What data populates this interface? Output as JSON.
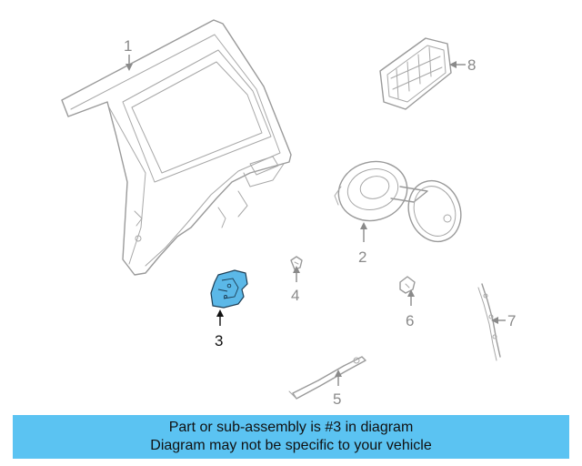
{
  "banner": {
    "line1": "Part or sub-assembly is #3 in diagram",
    "line2": "Diagram may not be specific to your vehicle"
  },
  "callouts": {
    "c1": "1",
    "c2": "2",
    "c3": "3",
    "c4": "4",
    "c5": "5",
    "c6": "6",
    "c7": "7",
    "c8": "8"
  },
  "colors": {
    "highlight": "#5bb8e8",
    "banner": "#5bc3f2",
    "lines": "#9a9a9a"
  },
  "highlighted_part": "3"
}
